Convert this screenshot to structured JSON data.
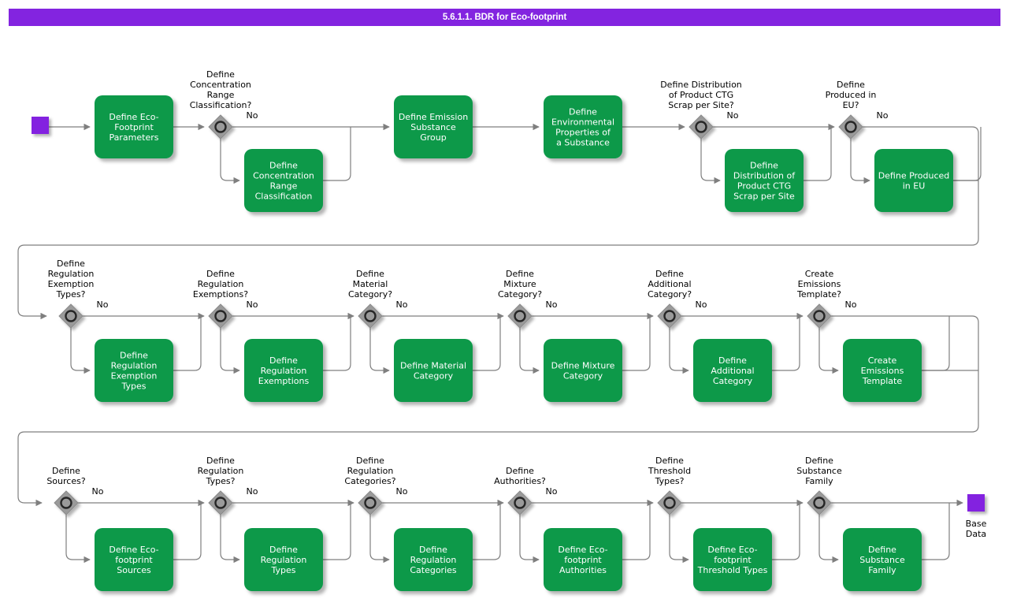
{
  "header": {
    "title": "5.6.1.1. BDR for Eco-footprint",
    "bar_color": "#8324e0",
    "title_color": "#ffffff"
  },
  "theme": {
    "task_fill": "#089949",
    "task_text": "#ffffff",
    "gateway_fill": "#9a9a9a",
    "gateway_stroke": "#333333",
    "edge_color": "#7f7f7f",
    "node_color": "#8324e0",
    "background": "#ffffff"
  },
  "start_node": {
    "name": "start-node",
    "label": ""
  },
  "end_node": {
    "name": "end-node",
    "label_line1": "Base",
    "label_line2": "Data"
  },
  "edge_labels": {
    "no": "No"
  },
  "rows": [
    {
      "row": 1,
      "items": [
        {
          "type": "task",
          "id": "define-eco-footprint-parameters",
          "lines": [
            "Define Eco-",
            "Footprint",
            "Parameters"
          ]
        },
        {
          "type": "gateway",
          "id": "define-concentration-range-classification-gateway",
          "lines": [
            "Define",
            "Concentration",
            "Range",
            "Classification?"
          ],
          "no_label": "No",
          "task": {
            "id": "define-concentration-range-classification",
            "lines": [
              "Define",
              "Concentration",
              "Range",
              "Classification"
            ]
          }
        },
        {
          "type": "task",
          "id": "define-emission-substance-group",
          "lines": [
            "Define Emission",
            "Substance",
            "Group"
          ]
        },
        {
          "type": "task",
          "id": "define-environmental-properties-of-a-substance",
          "lines": [
            "Define",
            "Environmental",
            "Properties of",
            "a Substance"
          ]
        },
        {
          "type": "gateway",
          "id": "define-distribution-of-product-ctg-scrap-per-site-gateway",
          "lines": [
            "Define Distribution",
            "of Product CTG",
            "Scrap per Site?"
          ],
          "no_label": "No",
          "task": {
            "id": "define-distribution-of-product-ctg-scrap-per-site",
            "lines": [
              "Define",
              "Distribution of",
              "Product CTG",
              "Scrap per Site"
            ]
          }
        },
        {
          "type": "gateway",
          "id": "define-produced-in-eu-gateway",
          "lines": [
            "Define",
            "Produced in",
            "EU?"
          ],
          "no_label": "No",
          "task": {
            "id": "define-produced-in-eu",
            "lines": [
              "Define Produced",
              "in EU"
            ]
          }
        }
      ]
    },
    {
      "row": 2,
      "items": [
        {
          "type": "gateway",
          "id": "define-regulation-exemption-types-gateway",
          "lines": [
            "Define",
            "Regulation",
            "Exemption",
            "Types?"
          ],
          "no_label": "No",
          "task": {
            "id": "define-regulation-exemption-types",
            "lines": [
              "Define",
              "Regulation",
              "Exemption",
              "Types"
            ]
          }
        },
        {
          "type": "gateway",
          "id": "define-regulation-exemptions-gateway",
          "lines": [
            "Define",
            "Regulation",
            "Exemptions?"
          ],
          "no_label": "No",
          "task": {
            "id": "define-regulation-exemptions",
            "lines": [
              "Define",
              "Regulation",
              "Exemptions"
            ]
          }
        },
        {
          "type": "gateway",
          "id": "define-material-category-gateway",
          "lines": [
            "Define",
            "Material",
            "Category?"
          ],
          "no_label": "No",
          "task": {
            "id": "define-material-category",
            "lines": [
              "Define Material",
              "Category"
            ]
          }
        },
        {
          "type": "gateway",
          "id": "define-mixture-category-gateway",
          "lines": [
            "Define",
            "Mixture",
            "Category?"
          ],
          "no_label": "No",
          "task": {
            "id": "define-mixture-category",
            "lines": [
              "Define Mixture",
              "Category"
            ]
          }
        },
        {
          "type": "gateway",
          "id": "define-additional-category-gateway",
          "lines": [
            "Define",
            "Additional",
            "Category?"
          ],
          "no_label": "No",
          "task": {
            "id": "define-additional-category",
            "lines": [
              "Define",
              "Additional",
              "Category"
            ]
          }
        },
        {
          "type": "gateway",
          "id": "create-emissions-template-gateway",
          "lines": [
            "Create",
            "Emissions",
            "Template?"
          ],
          "no_label": "No",
          "task": {
            "id": "create-emissions-template",
            "lines": [
              "Create",
              "Emissions",
              "Template"
            ]
          }
        }
      ]
    },
    {
      "row": 3,
      "items": [
        {
          "type": "gateway",
          "id": "define-sources-gateway",
          "lines": [
            "Define",
            "Sources?"
          ],
          "no_label": "No",
          "task": {
            "id": "define-eco-footprint-sources",
            "lines": [
              "Define Eco-",
              "footprint",
              "Sources"
            ]
          }
        },
        {
          "type": "gateway",
          "id": "define-regulation-types-gateway",
          "lines": [
            "Define",
            "Regulation",
            "Types?"
          ],
          "no_label": "No",
          "task": {
            "id": "define-regulation-types",
            "lines": [
              "Define",
              "Regulation",
              "Types"
            ]
          }
        },
        {
          "type": "gateway",
          "id": "define-regulation-categories-gateway",
          "lines": [
            "Define",
            "Regulation",
            "Categories?"
          ],
          "no_label": "No",
          "task": {
            "id": "define-regulation-categories",
            "lines": [
              "Define",
              "Regulation",
              "Categories"
            ]
          }
        },
        {
          "type": "gateway",
          "id": "define-authorities-gateway",
          "lines": [
            "Define",
            "Authorities?"
          ],
          "no_label": "No",
          "task": {
            "id": "define-eco-footprint-authorities",
            "lines": [
              "Define Eco-",
              "footprint",
              "Authorities"
            ]
          }
        },
        {
          "type": "gateway",
          "id": "define-threshold-types-gateway",
          "lines": [
            "Define",
            "Threshold",
            "Types?"
          ],
          "no_label": "",
          "task": {
            "id": "define-eco-footprint-threshold-types",
            "lines": [
              "Define Eco-",
              "footprint",
              "Threshold Types"
            ]
          }
        },
        {
          "type": "gateway",
          "id": "define-substance-family-gateway",
          "lines": [
            "Define",
            "Substance",
            "Family"
          ],
          "no_label": "",
          "task": {
            "id": "define-substance-family",
            "lines": [
              "Define",
              "Substance",
              "Family"
            ]
          }
        }
      ]
    }
  ]
}
